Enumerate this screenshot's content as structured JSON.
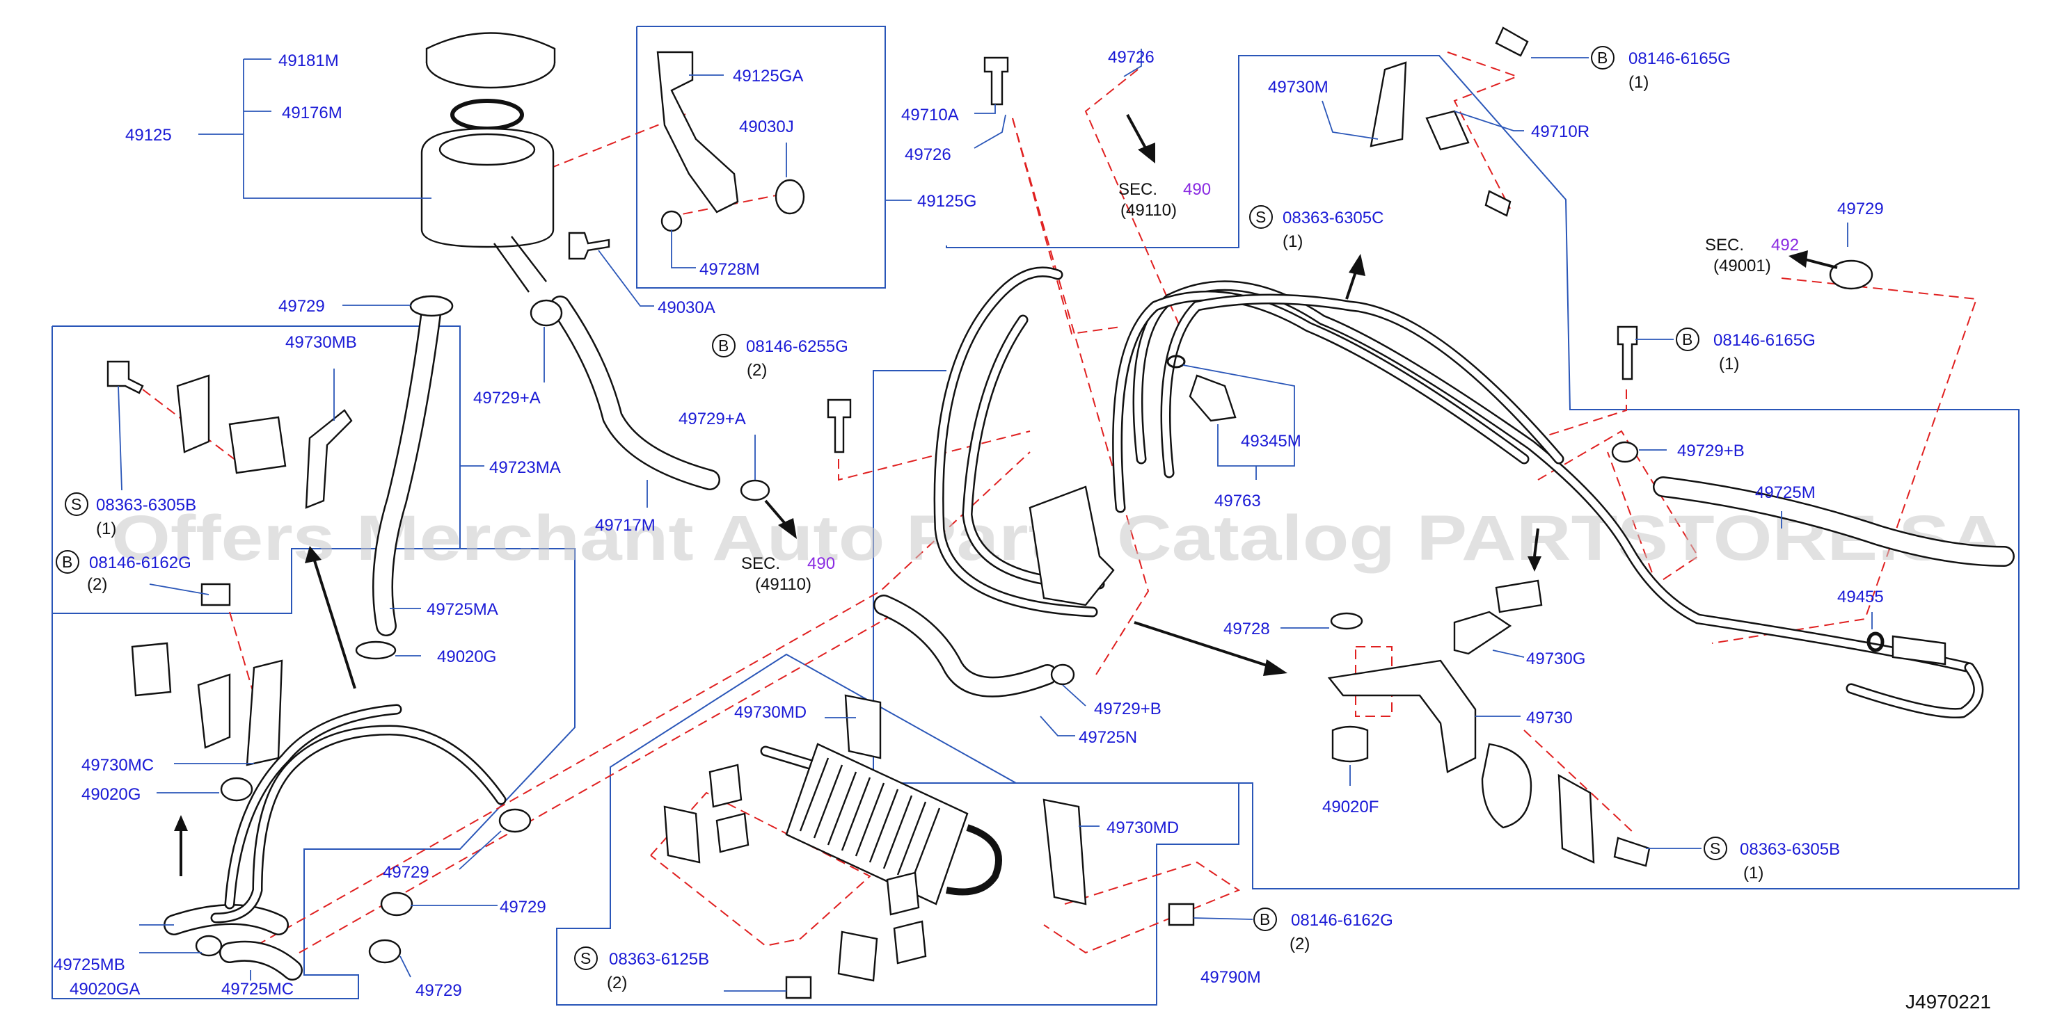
{
  "diagram_code": "J4970221",
  "watermark": "Offers Merchant Auto Parts Catalog PARTSTORE.SA",
  "colors": {
    "label": "#1a1ad6",
    "boxes": "#2a56b8",
    "dashed": "#e02020",
    "parts": "#111111",
    "sec_ref": "#8a2be2"
  },
  "labels": {
    "p49125": "49125",
    "p49181M": "49181M",
    "p49176M": "49176M",
    "p49125GA": "49125GA",
    "p49030J": "49030J",
    "p49125G": "49125G",
    "p49728M": "49728M",
    "p49030A": "49030A",
    "p49729_top": "49729",
    "p49730MB": "49730MB",
    "p49729A_1": "49729+A",
    "p49729A_2": "49729+A",
    "p49723MA": "49723MA",
    "p49717M": "49717M",
    "p49725MA": "49725MA",
    "p49020G_1": "49020G",
    "p49730MC": "49730MC",
    "p49020G_2": "49020G",
    "p49725MB": "49725MB",
    "p49020GA": "49020GA",
    "p49725MC": "49725MC",
    "p49729_a": "49729",
    "p49729_b": "49729",
    "p49729_c": "49729",
    "p49710A": "49710A",
    "p49726_a": "49726",
    "p49726_b": "49726",
    "p49730M": "49730M",
    "p49710R": "49710R",
    "p49345M": "49345M",
    "p49763": "49763",
    "p49729_r": "49729",
    "p49729B_1": "49729+B",
    "p49725M": "49725M",
    "p49455": "49455",
    "p49730G": "49730G",
    "p49728": "49728",
    "p49730": "49730",
    "p49020F": "49020F",
    "p49729B_2": "49729+B",
    "p49725N": "49725N",
    "p49730MD_1": "49730MD",
    "p49730MD_2": "49730MD",
    "p49790M": "49790M"
  },
  "fasteners": {
    "s_left": {
      "badge": "S",
      "code": "08363-6305B",
      "qty": "(1)"
    },
    "b_left": {
      "badge": "B",
      "code": "08146-6162G",
      "qty": "(2)"
    },
    "b_mid": {
      "badge": "B",
      "code": "08146-6255G",
      "qty": "(2)"
    },
    "b_topright": {
      "badge": "B",
      "code": "08146-6165G",
      "qty": "(1)"
    },
    "s_topmid": {
      "badge": "S",
      "code": "08363-6305C",
      "qty": "(1)"
    },
    "b_right": {
      "badge": "B",
      "code": "08146-6165G",
      "qty": "(1)"
    },
    "s_right": {
      "badge": "S",
      "code": "08363-6305B",
      "qty": "(1)"
    },
    "b_bottom": {
      "badge": "B",
      "code": "08146-6162G",
      "qty": "(2)"
    },
    "s_bottom": {
      "badge": "S",
      "code": "08363-6125B",
      "qty": "(2)"
    }
  },
  "sections": {
    "sec1": {
      "prefix": "SEC.",
      "num": "490",
      "sub": "(49110)"
    },
    "sec2": {
      "prefix": "SEC.",
      "num": "490",
      "sub": "(49110)"
    },
    "sec3": {
      "prefix": "SEC.",
      "num": "492",
      "sub": "(49001)"
    }
  }
}
